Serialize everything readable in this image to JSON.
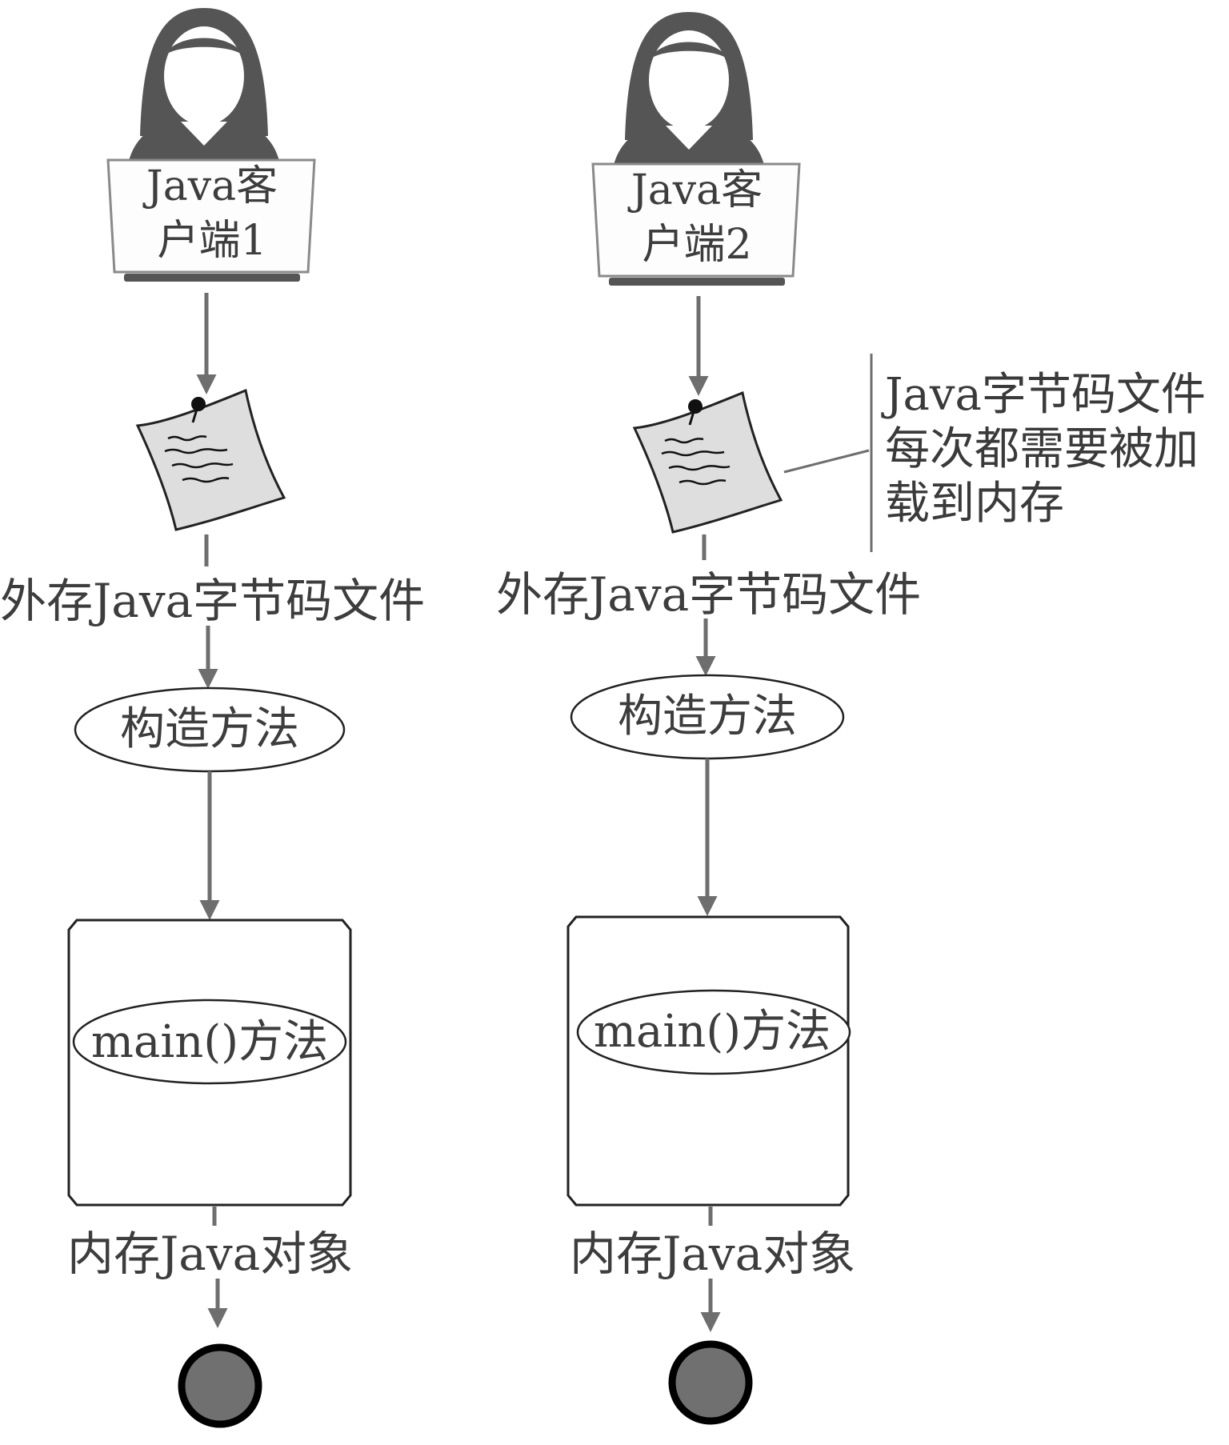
{
  "clients": [
    {
      "laptop_label": "Java客\n户端1",
      "storage_label": "外存Java字节码文件",
      "constructor_label": "构造方法",
      "main_label": "main()方法",
      "memory_label": "内存Java对象"
    },
    {
      "laptop_label": "Java客\n户端2",
      "storage_label": "外存Java字节码文件",
      "constructor_label": "构造方法",
      "main_label": "main()方法",
      "memory_label": "内存Java对象"
    }
  ],
  "annotation": {
    "lines": [
      "Java字节码文件",
      "每次都需要被加",
      "载到内存"
    ]
  },
  "colors": {
    "stroke": "#6e6e6e",
    "person": "#555555",
    "text": "#3d3d3d",
    "end_fill": "#707070"
  }
}
